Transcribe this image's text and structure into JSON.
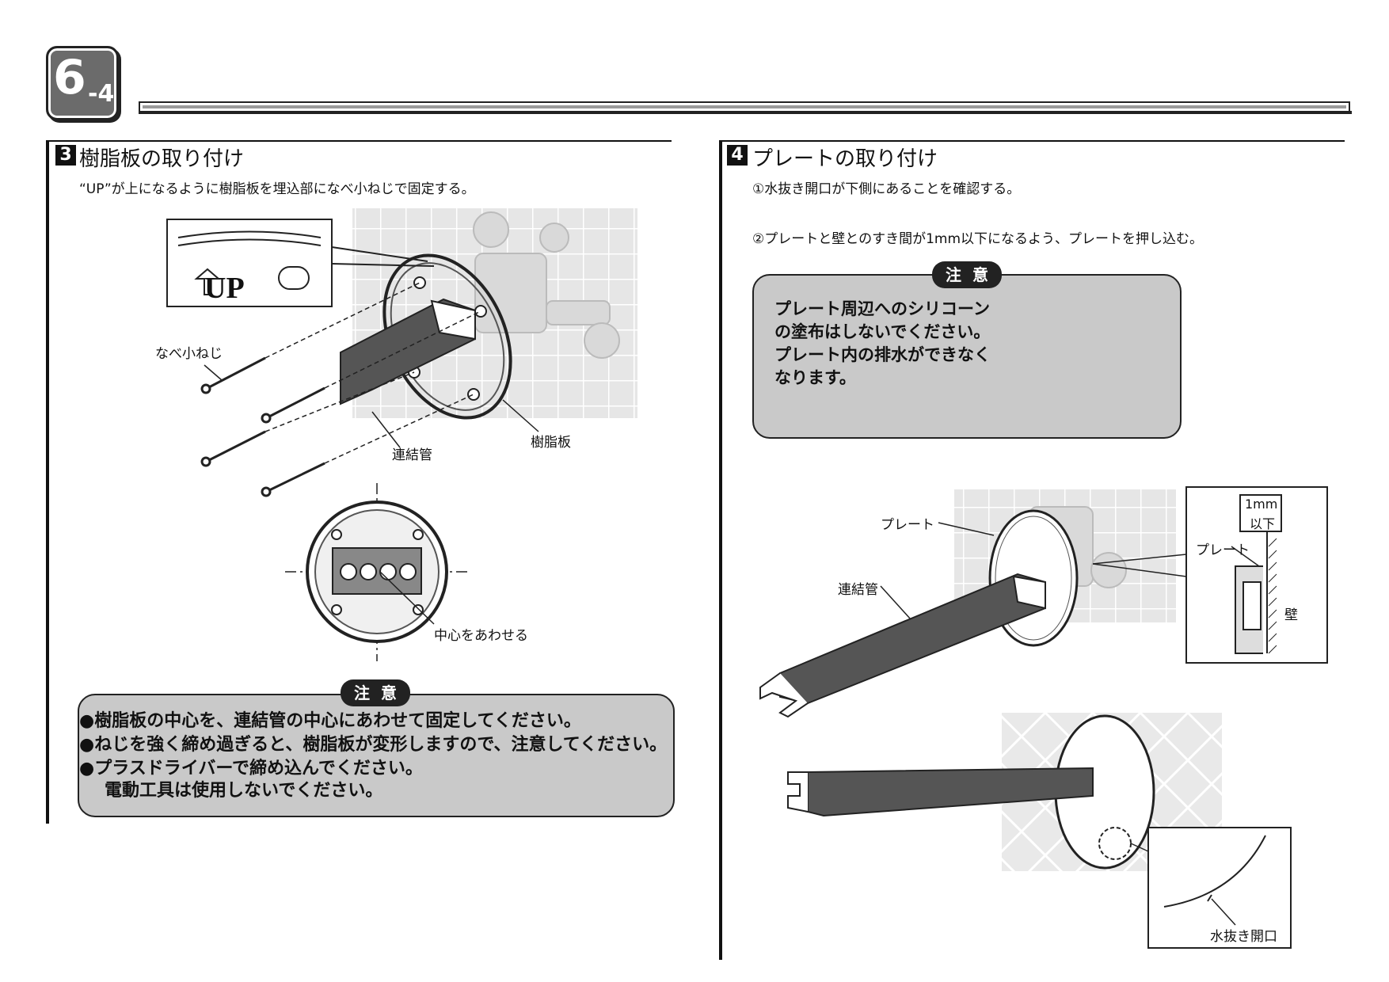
{
  "chapter": {
    "number": "6",
    "sub": "-4"
  },
  "section3": {
    "number": "3",
    "title": "樹脂板の取り付け",
    "instruction": "“UP”が上になるように樹脂板を埋込部になべ小ねじで固定する。",
    "labels": {
      "up_mark": "UP",
      "screw": "なべ小ねじ",
      "pipe": "連結管",
      "resin_plate": "樹脂板",
      "center": "中心をあわせる"
    },
    "caution": {
      "tag": "注意",
      "lines": [
        "●樹脂板の中心を、連結管の中心にあわせて固定してください。",
        "●ねじを強く締め過ぎると、樹脂板が変形しますので、注意してください。",
        "●プラスドライバーで締め込んでください。",
        "電動工具は使用しないでください。"
      ]
    }
  },
  "section4": {
    "number": "4",
    "title": "プレートの取り付け",
    "step1": "①水抜き開口が下側にあることを確認する。",
    "step2": "②プレートと壁とのすき間が1mm以下になるよう、プレートを押し込む。",
    "caution": {
      "tag": "注意",
      "lines": [
        "プレート周辺へのシリコーン",
        "の塗布はしないでください。",
        "プレート内の排水ができなく",
        "なります。"
      ]
    },
    "labels": {
      "plate": "プレート",
      "pipe": "連結管",
      "gap_value": "1mm",
      "gap_below": "以下",
      "detail_plate": "プレート",
      "wall": "壁",
      "drain_opening": "水抜き開口"
    }
  }
}
